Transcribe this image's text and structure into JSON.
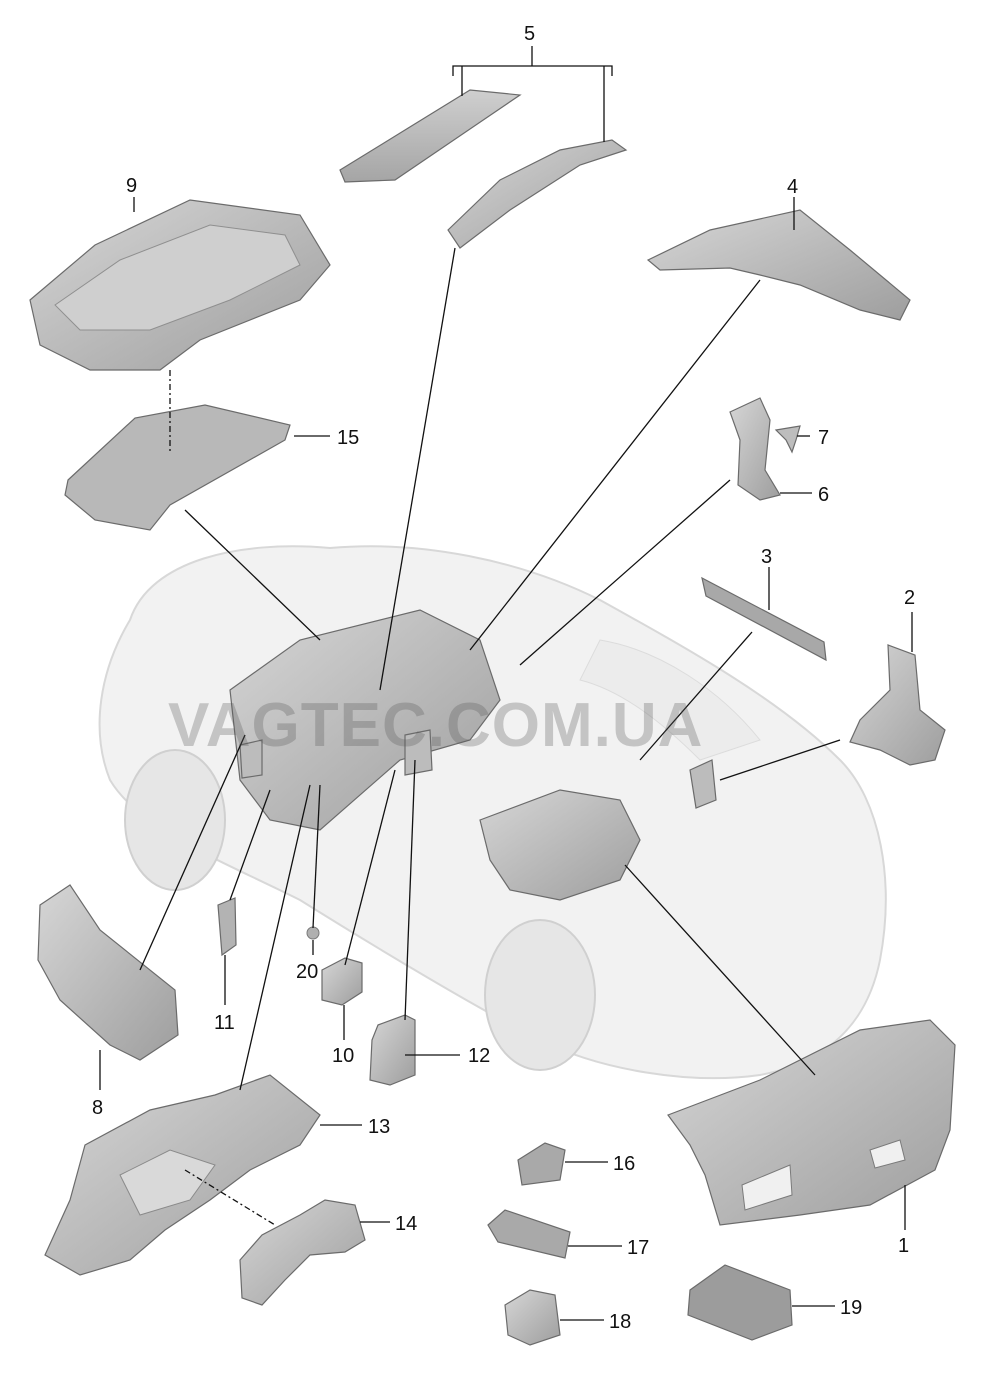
{
  "watermark": "VAGTEC.COM.UA",
  "callouts": {
    "c1": "1",
    "c2": "2",
    "c3": "3",
    "c4": "4",
    "c5": "5",
    "c6": "6",
    "c7": "7",
    "c8": "8",
    "c9": "9",
    "c10": "10",
    "c11": "11",
    "c12": "12",
    "c13": "13",
    "c14": "14",
    "c15": "15",
    "c16": "16",
    "c17": "17",
    "c18": "18",
    "c19": "19",
    "c20": "20"
  },
  "colors": {
    "part_fill": "#bdbdbd",
    "part_dark": "#9a9a9a",
    "car_ghost": "#f2f2f2"
  }
}
